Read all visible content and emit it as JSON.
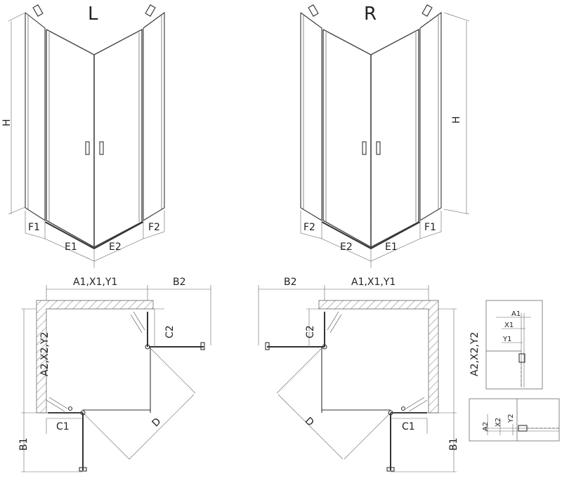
{
  "elevations": {
    "left": {
      "title": "L",
      "labels": {
        "height": "H",
        "fixed_left": "F1",
        "fixed_right": "F2",
        "door_left": "E1",
        "door_right": "E2"
      }
    },
    "right": {
      "title": "R",
      "labels": {
        "height": "H",
        "fixed_left": "F2",
        "fixed_right": "F1",
        "door_left": "E2",
        "door_right": "E1"
      }
    }
  },
  "plans": {
    "left": {
      "top_dim": "A1,X1,Y1",
      "side_dim_top": "B2",
      "left_dim": "A2,X2,Y2",
      "bottom_dim": "B1",
      "opening_top": "C2",
      "opening_bottom": "C1",
      "diagonal": "D"
    },
    "right": {
      "top_dim": "A1,X1,Y1",
      "side_dim_top": "B2",
      "right_dim": "A2,X2,Y2",
      "bottom_dim": "B1",
      "opening_top": "C2",
      "opening_bottom": "C1",
      "diagonal": "D"
    }
  },
  "details": {
    "upper": {
      "a": "A1",
      "x": "X1",
      "y": "Y1"
    },
    "lower": {
      "a": "A2",
      "x": "X2",
      "y": "Y2"
    }
  }
}
